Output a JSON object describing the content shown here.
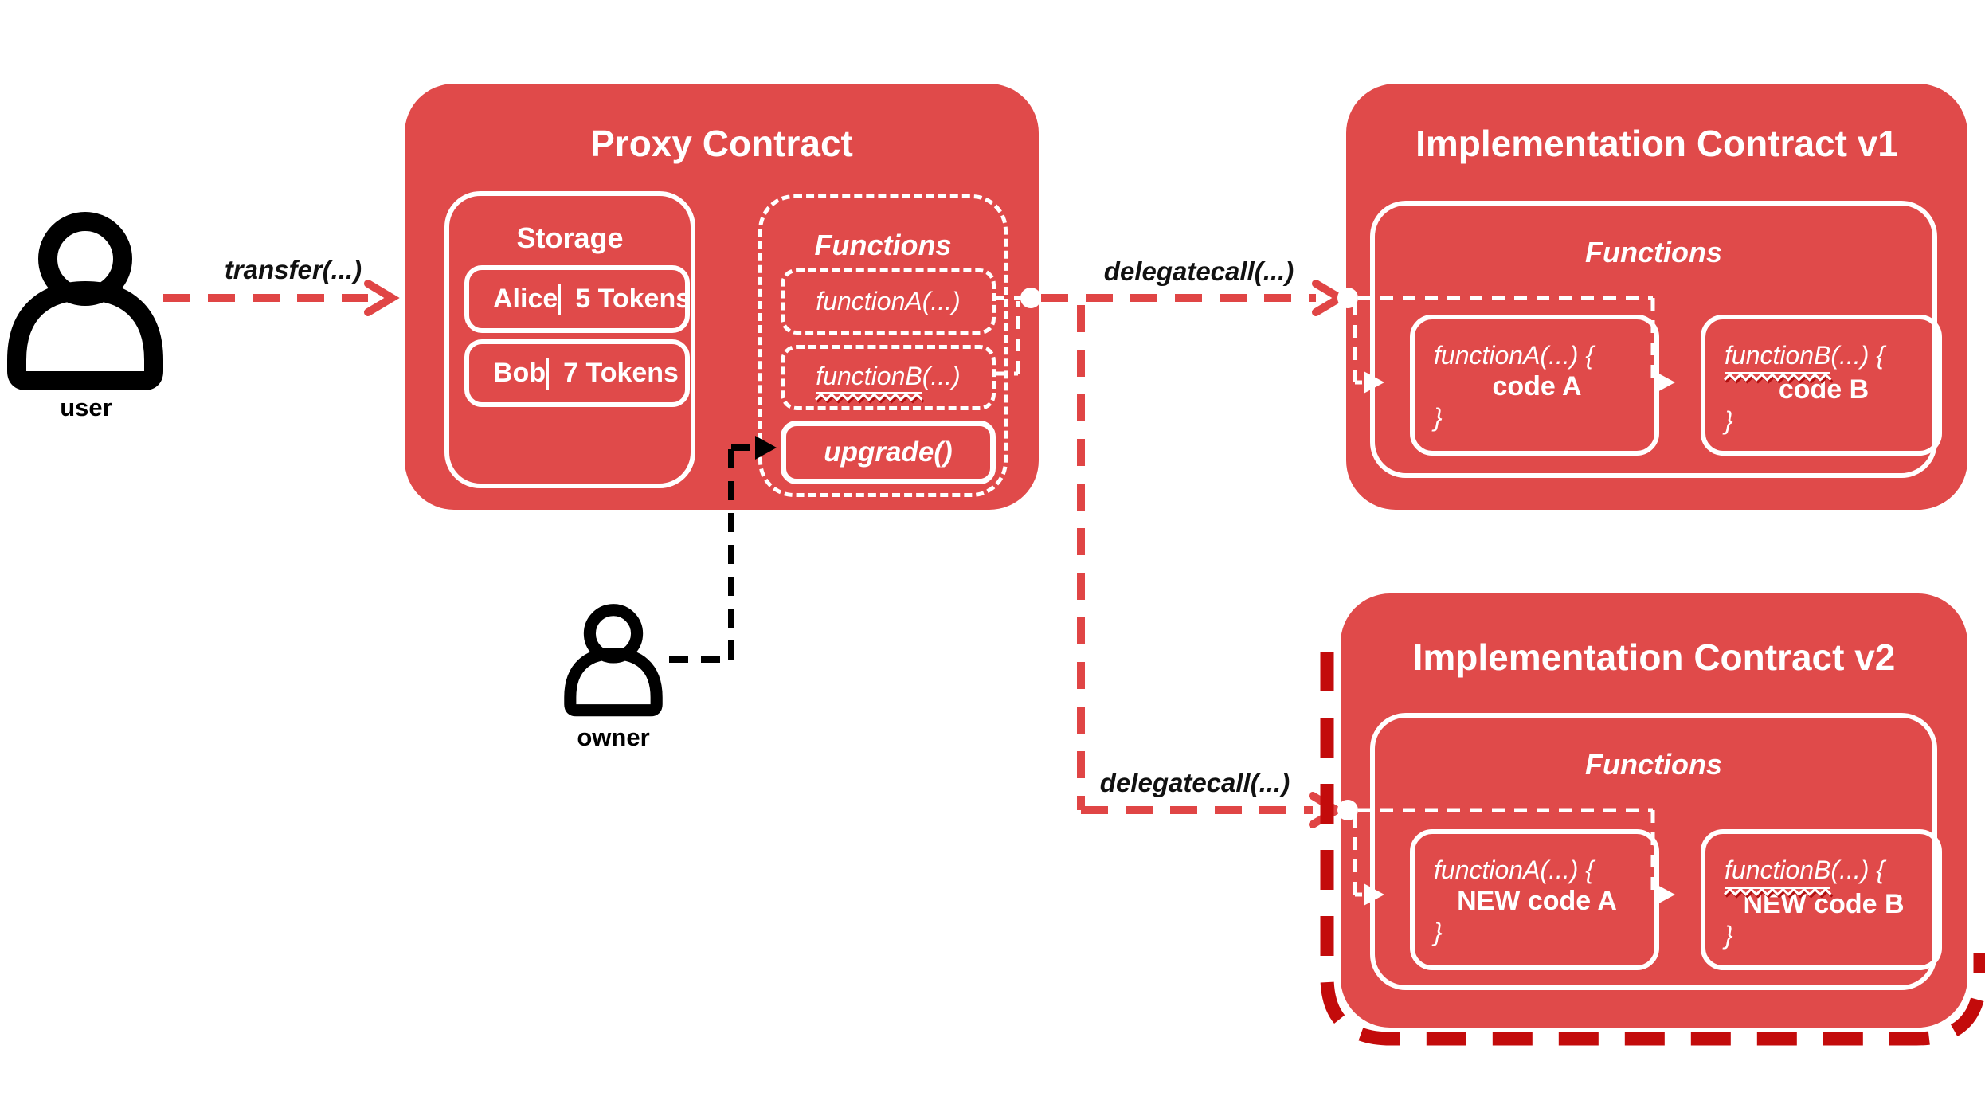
{
  "colors": {
    "contract_fill": "#E04A4A",
    "arrow_red": "#E04545",
    "highlight_dark_red": "#C30B0B",
    "squiggle_shadow": "#B01010",
    "white": "#FFFFFF",
    "black": "#000000"
  },
  "actors": {
    "user": {
      "label": "user"
    },
    "owner": {
      "label": "owner"
    }
  },
  "edges": {
    "transfer": {
      "label": "transfer(...)"
    },
    "delegatecall_v1": {
      "label": "delegatecall(...)"
    },
    "delegatecall_v2": {
      "label": "delegatecall(...)"
    }
  },
  "proxy": {
    "title": "Proxy Contract",
    "storage": {
      "title": "Storage",
      "rows": [
        {
          "name": "Alice",
          "value": "5 Tokens"
        },
        {
          "name": "Bob",
          "value": "7 Tokens"
        }
      ]
    },
    "functions": {
      "title": "Functions",
      "function_a": "functionA(...)",
      "function_b": {
        "name": "functionB",
        "args": "(...)"
      },
      "upgrade": "upgrade()"
    }
  },
  "impl_v1": {
    "title": "Implementation Contract v1",
    "functions": {
      "title": "Functions",
      "function_a": {
        "signature": "functionA(...) {",
        "body": "code A",
        "close": "}"
      },
      "function_b": {
        "name": "functionB",
        "args": "(...) {",
        "body": "code B",
        "close": "}"
      }
    }
  },
  "impl_v2": {
    "title": "Implementation Contract v2",
    "functions": {
      "title": "Functions",
      "function_a": {
        "signature": "functionA(...) {",
        "body": "NEW code A",
        "close": "}"
      },
      "function_b": {
        "name": "functionB",
        "args": "(...) {",
        "body": "NEW code B",
        "close": "}"
      }
    }
  }
}
